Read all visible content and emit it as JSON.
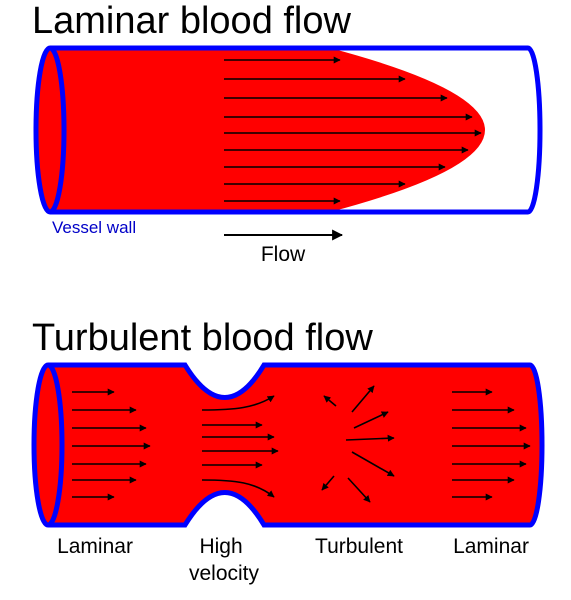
{
  "laminar": {
    "title": "Laminar blood flow",
    "wall_label": "Vessel wall",
    "flow_label": "Flow"
  },
  "turbulent": {
    "title": "Turbulent blood flow",
    "region_labels": [
      "Laminar",
      "High velocity",
      "Turbulent",
      "Laminar"
    ]
  },
  "colors": {
    "blood": "#ff0000",
    "vessel_wall": "#0000ff",
    "arrow": "#000000",
    "label_wall": "#0000c8"
  }
}
